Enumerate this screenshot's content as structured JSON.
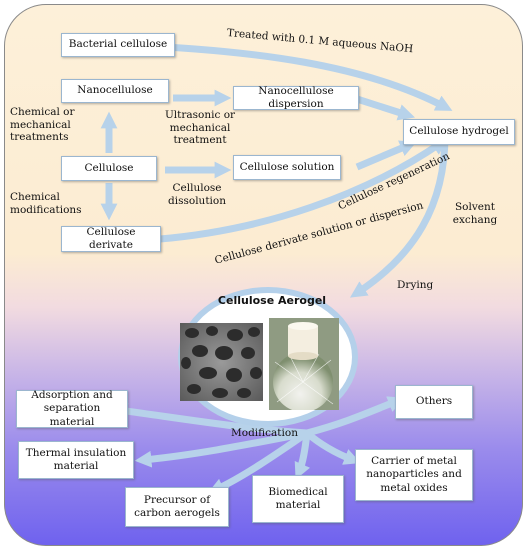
{
  "boxes": {
    "bacterial_cellulose": "Bacterial cellulose",
    "nanocellulose": "Nanocellulose",
    "nanocellulose_dispersion": "Nanocellulose dispersion",
    "cellulose": "Cellulose",
    "cellulose_solution": "Cellulose solution",
    "cellulose_derivate": "Cellulose derivate",
    "cellulose_hydrogel": "Cellulose hydrogel",
    "adsorption": "Adsorption and separation material",
    "others": "Others",
    "thermal": "Thermal insulation material",
    "carrier": "Carrier of metal nanoparticles and metal oxides",
    "precursor": "Precursor of carbon aerogels",
    "biomedical": "Biomedical material"
  },
  "labels": {
    "naoh": "Treated with 0.1 M aqueous NaOH",
    "chem_mech": "Chemical or mechanical treatments",
    "ultrasonic": "Ultrasonic or mechanical treatment",
    "dissolution": "Cellulose dissolution",
    "chem_mod": "Chemical modifications",
    "regeneration": "Cellulose regeneration",
    "derivate_solution": "Cellulose derivate solution or dispersion",
    "solvent": "Solvent exchang",
    "drying": "Drying",
    "modification": "Modification"
  },
  "aerogel": {
    "title": "Cellulose Aerogel"
  },
  "colors": {
    "arrow": "#b7d2ea",
    "box_border": "#9bb6cf"
  }
}
